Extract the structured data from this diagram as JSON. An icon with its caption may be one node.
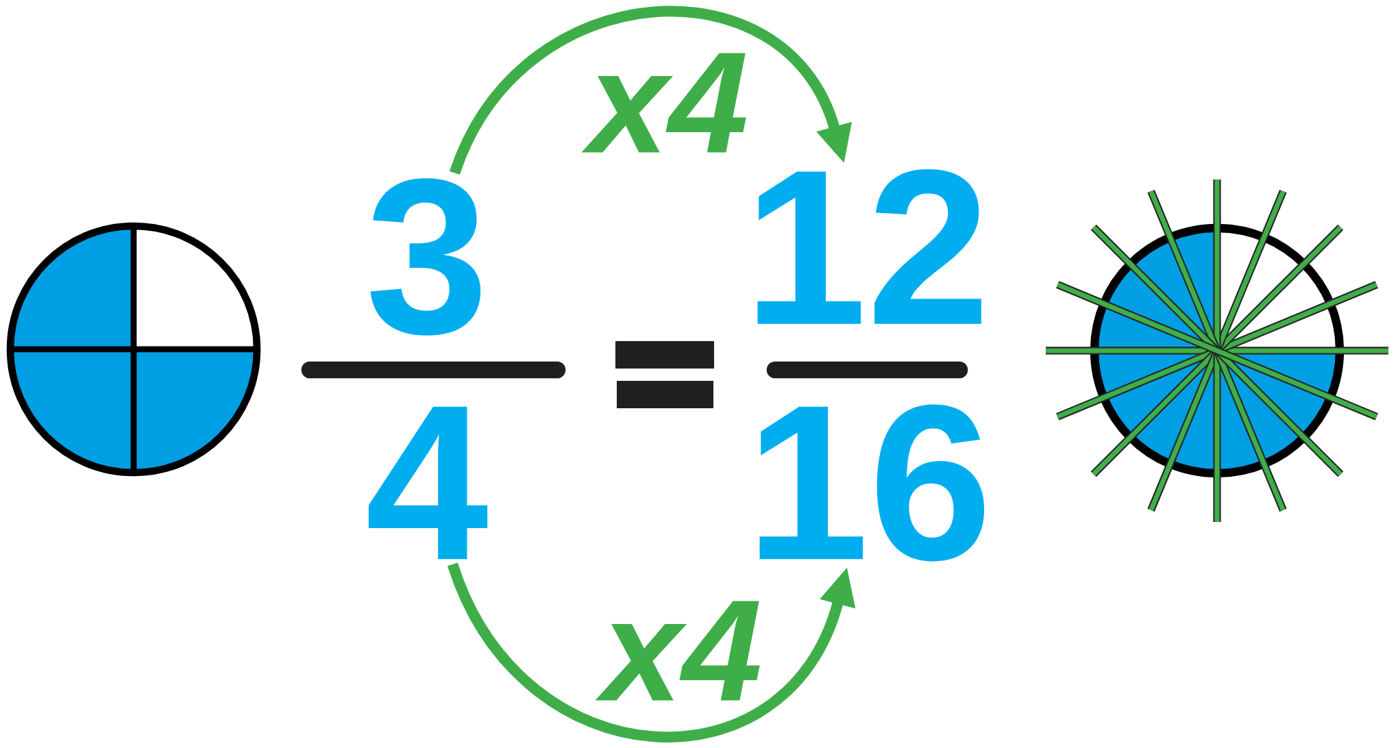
{
  "diagram": {
    "nodes": [
      {
        "text": [
          "3"
        ]
      },
      {
        "text": [
          "4"
        ]
      },
      {
        "text": [
          "12"
        ]
      },
      {
        "text": [
          "16"
        ]
      }
    ],
    "edges": [
      {
        "from": 0,
        "to": 2,
        "arrow": "to",
        "label": "x4"
      },
      {
        "from": 1,
        "to": 3,
        "arrow": "to",
        "label": "x4"
      }
    ]
  }
}
